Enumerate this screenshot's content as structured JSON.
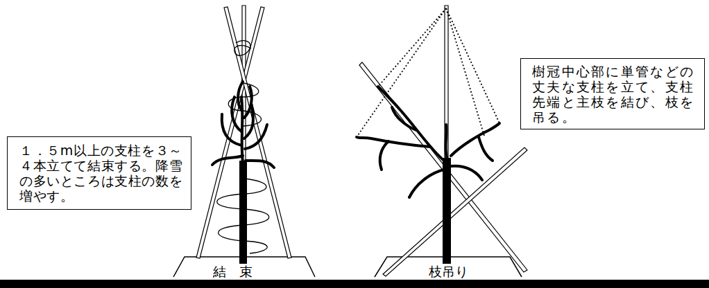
{
  "diagram": {
    "nodes": [
      {
        "text": [
          "１．５m以上の支柱を３～４本立てて結束する。降雪の多いところは支柱の数を増やす。"
        ]
      },
      {
        "text": [
          "樹冠中心部に単管などの丈夫な支柱を立て、支柱先端と主枝を結び、枝を吊る。"
        ]
      }
    ],
    "labels": [
      "結　束",
      "枝吊り"
    ]
  }
}
